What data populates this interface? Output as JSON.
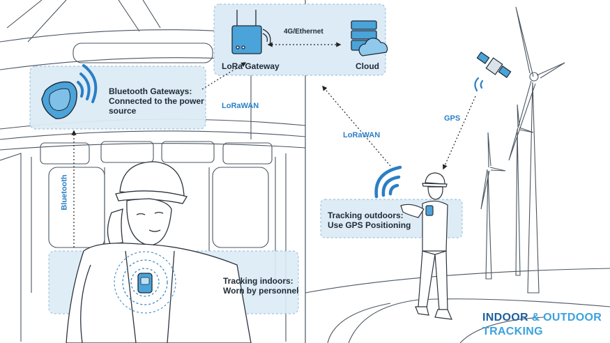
{
  "scene": {
    "gateway_label": "LoRa Gateway",
    "cloud_label": "Cloud",
    "link_4g": "4G/Ethernet",
    "bt_gateway_text": [
      "Bluetooth Gateways:",
      "Connected to the power",
      "source"
    ],
    "lorawan_indoor": "LoRaWAN",
    "lorawan_outdoor": "LoRaWAN",
    "gps_link": "GPS",
    "bluetooth_link": "Bluetooth",
    "indoor_text": [
      "Tracking indoors:",
      "Worn by personnel"
    ],
    "outdoor_text": [
      "Tracking outdoors:",
      "Use GPS Positioning"
    ],
    "title_line1_part1": "INDOOR",
    "title_amp": "&",
    "title_line1_part2": "OUTDOOR",
    "title_line2": "TRACKING"
  },
  "colors": {
    "highlight_box": "#dcebf6",
    "accent_blue": "#2a7fc4",
    "title_dark_blue": "#1e5f9e",
    "title_light_blue": "#3ba2dd",
    "line_art": "#3c4652"
  },
  "icons": [
    "router-icon",
    "cloud-server-icon",
    "bluetooth-beacon-icon",
    "wifi-signal-icon",
    "satellite-icon",
    "tracker-device-icon"
  ]
}
